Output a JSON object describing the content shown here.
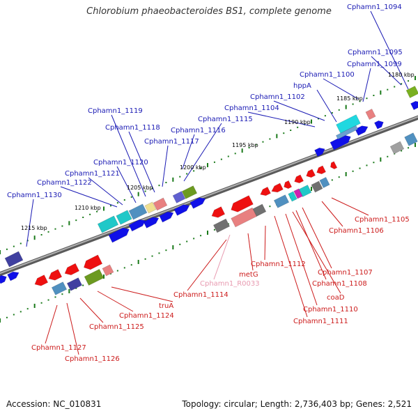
{
  "title": "Chlorobium phaeobacteroides BS1, complete genome",
  "footer": {
    "accession": "Accession: NC_010831",
    "info": "Topology: circular; Length: 2,736,403 bp; Genes: 2,521"
  },
  "colors": {
    "forward_label": "#1a1ab4",
    "reverse_label": "#cc1a1a",
    "rna_label": "#e89ab0",
    "backbone": "#888888",
    "tick_dot": "#1a7a1a"
  },
  "ticks": [
    "1180 kbp",
    "1185 kbp",
    "1190 kbp",
    "1195 kbp",
    "1200 kbp",
    "1205 kbp",
    "1210 kbp",
    "1215 kbp"
  ],
  "forward_labels": [
    "Cphamn1_1094",
    "Cphamn1_1095",
    "Cphamn1_1099",
    "Cphamn1_1100",
    "hppA",
    "Cphamn1_1102",
    "Cphamn1_1104",
    "Cphamn1_1115",
    "Cphamn1_1116",
    "Cphamn1_1117",
    "Cphamn1_1118",
    "Cphamn1_1119",
    "Cphamn1_1120",
    "Cphamn1_1121",
    "Cphamn1_1122",
    "Cphamn1_1130"
  ],
  "reverse_labels": [
    "Cphamn1_1105",
    "Cphamn1_1106",
    "Cphamn1_1107",
    "Cphamn1_1108",
    "coaD",
    "Cphamn1_1110",
    "Cphamn1_1111",
    "Cphamn1_1112",
    "metG",
    "Cphamn1_R0033",
    "Cphamn1_1114",
    "truA",
    "Cphamn1_1124",
    "Cphamn1_1125",
    "Cphamn1_1127",
    "Cphamn1_1126"
  ]
}
